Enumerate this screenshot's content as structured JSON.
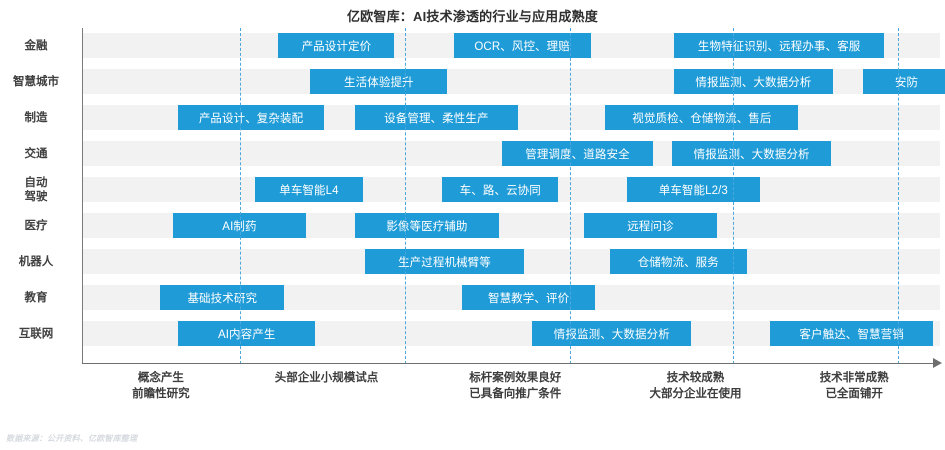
{
  "chart_data": {
    "type": "table",
    "title": "亿欧智库：AI技术渗透的行业与应用成熟度",
    "xlabel": "",
    "ylabel": "",
    "grid": true,
    "legend": "none",
    "accent_color": "#1f9bd7",
    "band_color": "#f2f2f2",
    "gridline_color": "#4aa8de",
    "x_stage_labels": [
      {
        "id": "stage-1",
        "lines": [
          "概念产生",
          "前瞻性研究"
        ],
        "center_pct": 9.2
      },
      {
        "id": "stage-2",
        "lines": [
          "头部企业小规模试点"
        ],
        "center_pct": 28.5
      },
      {
        "id": "stage-3",
        "lines": [
          "标杆案例效果良好",
          "已具备向推广条件"
        ],
        "center_pct": 50.5
      },
      {
        "id": "stage-4",
        "lines": [
          "技术较成熟",
          "大部分企业在使用"
        ],
        "center_pct": 71.5
      },
      {
        "id": "stage-5",
        "lines": [
          "技术非常成熟",
          "已全面铺开"
        ],
        "center_pct": 90.0
      }
    ],
    "gridlines_pct": [
      18.4,
      37.6,
      56.9,
      75.9,
      95.1
    ],
    "categories": [
      "金融",
      "智慧城市",
      "制造",
      "交通",
      "自动驾驶",
      "医疗",
      "机器人",
      "教育",
      "互联网"
    ],
    "rows": [
      {
        "label": "金融",
        "label_lines": [
          "金融"
        ],
        "bars": [
          {
            "text": "产品设计定价",
            "start_pct": 22.9,
            "width_pct": 13.5
          },
          {
            "text": "OCR、风控、理赔",
            "start_pct": 43.3,
            "width_pct": 16.0
          },
          {
            "text": "生物特征识别、远程办事、客服",
            "start_pct": 69.0,
            "width_pct": 24.5
          }
        ]
      },
      {
        "label": "智慧城市",
        "label_lines": [
          "智慧城市"
        ],
        "bars": [
          {
            "text": "生活体验提升",
            "start_pct": 26.6,
            "width_pct": 16.0
          },
          {
            "text": "情报监测、大数据分析",
            "start_pct": 69.0,
            "width_pct": 18.5
          },
          {
            "text": "安防",
            "start_pct": 91.0,
            "width_pct": 10.2
          }
        ]
      },
      {
        "label": "制造",
        "label_lines": [
          "制造"
        ],
        "bars": [
          {
            "text": "产品设计、复杂装配",
            "start_pct": 11.2,
            "width_pct": 17.0
          },
          {
            "text": "设备管理、柔性生产",
            "start_pct": 31.8,
            "width_pct": 19.0
          },
          {
            "text": "视觉质检、仓储物流、售后",
            "start_pct": 61.0,
            "width_pct": 22.5
          }
        ]
      },
      {
        "label": "交通",
        "label_lines": [
          "交通"
        ],
        "bars": [
          {
            "text": "管理调度、道路安全",
            "start_pct": 49.0,
            "width_pct": 17.5
          },
          {
            "text": "情报监测、大数据分析",
            "start_pct": 68.8,
            "width_pct": 18.5
          }
        ]
      },
      {
        "label": "自动驾驶",
        "label_lines": [
          "自动",
          "驾驶"
        ],
        "bars": [
          {
            "text": "单车智能L4",
            "start_pct": 20.2,
            "width_pct": 12.5
          },
          {
            "text": "车、路、云协同",
            "start_pct": 42.0,
            "width_pct": 13.5
          },
          {
            "text": "单车智能L2/3",
            "start_pct": 63.5,
            "width_pct": 15.5
          }
        ]
      },
      {
        "label": "医疗",
        "label_lines": [
          "医疗"
        ],
        "bars": [
          {
            "text": "AI制药",
            "start_pct": 10.6,
            "width_pct": 15.5
          },
          {
            "text": "影像等医疗辅助",
            "start_pct": 31.8,
            "width_pct": 16.8
          },
          {
            "text": "远程问诊",
            "start_pct": 58.5,
            "width_pct": 15.5
          }
        ]
      },
      {
        "label": "机器人",
        "label_lines": [
          "机器人"
        ],
        "bars": [
          {
            "text": "生产过程机械臂等",
            "start_pct": 33.0,
            "width_pct": 18.5
          },
          {
            "text": "仓储物流、服务",
            "start_pct": 61.5,
            "width_pct": 16.0
          }
        ]
      },
      {
        "label": "教育",
        "label_lines": [
          "教育"
        ],
        "bars": [
          {
            "text": "基础技术研究",
            "start_pct": 9.1,
            "width_pct": 14.5
          },
          {
            "text": "智慧教学、评价",
            "start_pct": 44.3,
            "width_pct": 15.5
          }
        ]
      },
      {
        "label": "互联网",
        "label_lines": [
          "互联网"
        ],
        "bars": [
          {
            "text": "AI内容产生",
            "start_pct": 11.2,
            "width_pct": 16.0
          },
          {
            "text": "情报监测、大数据分析",
            "start_pct": 52.5,
            "width_pct": 18.5
          },
          {
            "text": "客户触达、智慧营销",
            "start_pct": 80.2,
            "width_pct": 19.0
          }
        ]
      }
    ]
  },
  "footer": {
    "source": "数据来源：公开资料、亿欧智库整理"
  }
}
